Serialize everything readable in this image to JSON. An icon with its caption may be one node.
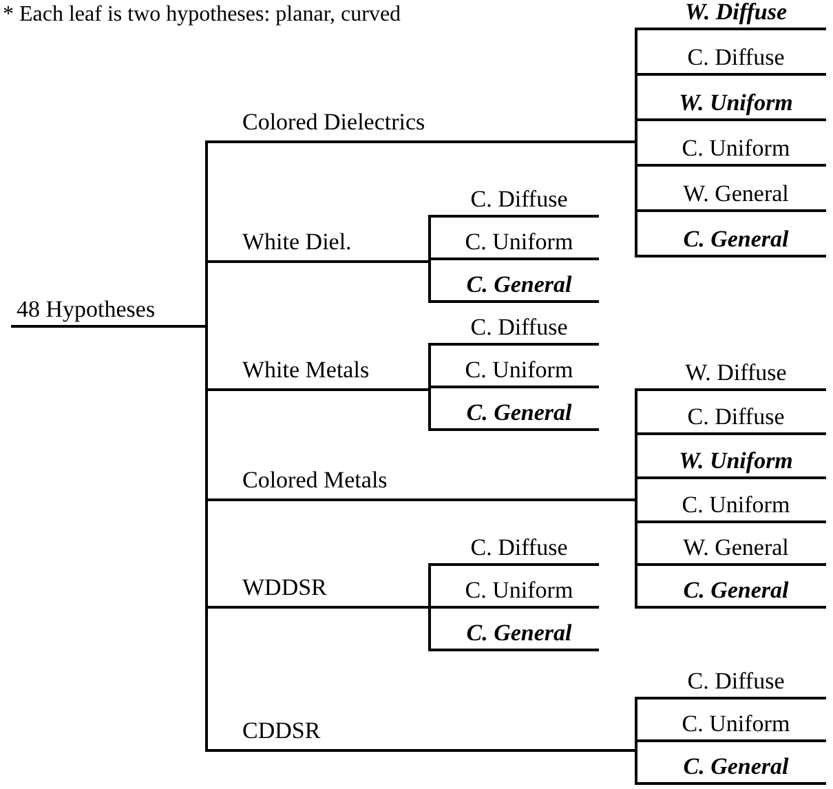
{
  "diagram": {
    "nodes": [
      {
        "text": [
          "48 Hypotheses"
        ]
      },
      {
        "text": [
          "Colored Dielectrics"
        ]
      },
      {
        "text": [
          "W. Diffuse"
        ]
      },
      {
        "text": [
          "C. Diffuse"
        ]
      },
      {
        "text": [
          "W. Uniform"
        ]
      },
      {
        "text": [
          "C. Uniform"
        ]
      },
      {
        "text": [
          "W. General"
        ]
      },
      {
        "text": [
          "C. General"
        ]
      },
      {
        "text": [
          "White Diel."
        ]
      },
      {
        "text": [
          "C. Diffuse"
        ]
      },
      {
        "text": [
          "C. Uniform"
        ]
      },
      {
        "text": [
          "C. General"
        ]
      },
      {
        "text": [
          "White Metals"
        ]
      },
      {
        "text": [
          "C. Diffuse"
        ]
      },
      {
        "text": [
          "C. Uniform"
        ]
      },
      {
        "text": [
          "C. General"
        ]
      },
      {
        "text": [
          "Colored Metals"
        ]
      },
      {
        "text": [
          "W. Diffuse"
        ]
      },
      {
        "text": [
          "C. Diffuse"
        ]
      },
      {
        "text": [
          "W. Uniform"
        ]
      },
      {
        "text": [
          "C. Uniform"
        ]
      },
      {
        "text": [
          "W. General"
        ]
      },
      {
        "text": [
          "C. General"
        ]
      },
      {
        "text": [
          "WDDSR"
        ]
      },
      {
        "text": [
          "C. Diffuse"
        ]
      },
      {
        "text": [
          "C. Uniform"
        ]
      },
      {
        "text": [
          "C. General"
        ]
      },
      {
        "text": [
          "CDDSR"
        ]
      },
      {
        "text": [
          "C. Diffuse"
        ]
      },
      {
        "text": [
          "C. Uniform"
        ]
      },
      {
        "text": [
          "C. General"
        ]
      }
    ],
    "edges": [
      {
        "from": 0,
        "to": 1,
        "arrow": "none"
      },
      {
        "from": 0,
        "to": 8,
        "arrow": "none"
      },
      {
        "from": 0,
        "to": 12,
        "arrow": "none"
      },
      {
        "from": 0,
        "to": 16,
        "arrow": "none"
      },
      {
        "from": 0,
        "to": 23,
        "arrow": "none"
      },
      {
        "from": 0,
        "to": 27,
        "arrow": "none"
      },
      {
        "from": 1,
        "to": 2,
        "arrow": "none"
      },
      {
        "from": 1,
        "to": 3,
        "arrow": "none"
      },
      {
        "from": 1,
        "to": 4,
        "arrow": "none"
      },
      {
        "from": 1,
        "to": 5,
        "arrow": "none"
      },
      {
        "from": 1,
        "to": 6,
        "arrow": "none"
      },
      {
        "from": 1,
        "to": 7,
        "arrow": "none"
      },
      {
        "from": 8,
        "to": 9,
        "arrow": "none"
      },
      {
        "from": 8,
        "to": 10,
        "arrow": "none"
      },
      {
        "from": 8,
        "to": 11,
        "arrow": "none"
      },
      {
        "from": 12,
        "to": 13,
        "arrow": "none"
      },
      {
        "from": 12,
        "to": 14,
        "arrow": "none"
      },
      {
        "from": 12,
        "to": 15,
        "arrow": "none"
      },
      {
        "from": 16,
        "to": 17,
        "arrow": "none"
      },
      {
        "from": 16,
        "to": 18,
        "arrow": "none"
      },
      {
        "from": 16,
        "to": 19,
        "arrow": "none"
      },
      {
        "from": 16,
        "to": 20,
        "arrow": "none"
      },
      {
        "from": 16,
        "to": 21,
        "arrow": "none"
      },
      {
        "from": 16,
        "to": 22,
        "arrow": "none"
      },
      {
        "from": 23,
        "to": 24,
        "arrow": "none"
      },
      {
        "from": 23,
        "to": 25,
        "arrow": "none"
      },
      {
        "from": 23,
        "to": 26,
        "arrow": "none"
      },
      {
        "from": 27,
        "to": 28,
        "arrow": "none"
      },
      {
        "from": 27,
        "to": 29,
        "arrow": "none"
      },
      {
        "from": 27,
        "to": 30,
        "arrow": "none"
      }
    ],
    "labels": [
      "* Each leaf is two hypotheses: planar, curved"
    ]
  }
}
